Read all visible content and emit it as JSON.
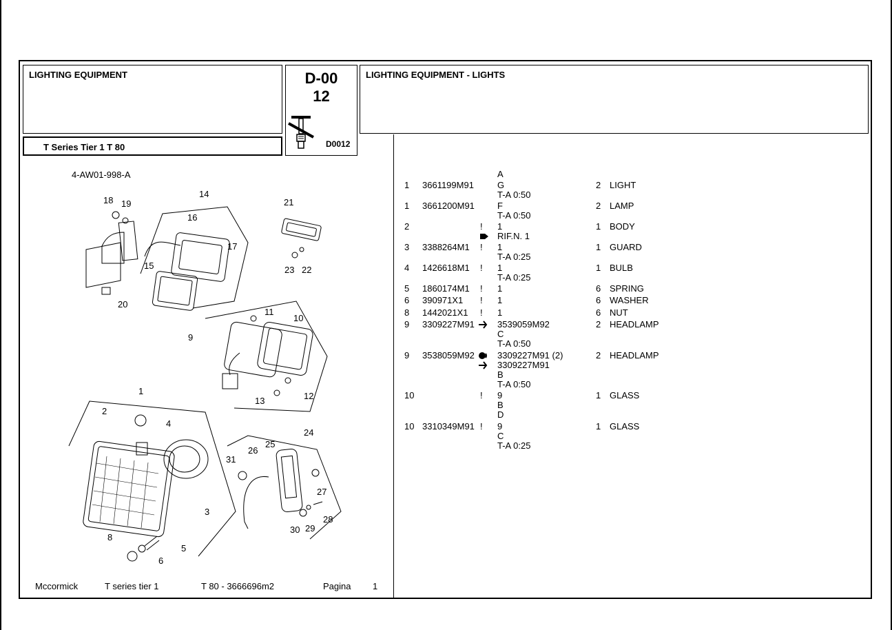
{
  "header": {
    "left_title": "LIGHTING EQUIPMENT",
    "group_code": "D-00",
    "group_number": "12",
    "table_code": "D0012",
    "right_title": "LIGHTING EQUIPMENT - LIGHTS",
    "model_line": "T Series Tier 1   T 80"
  },
  "diagram": {
    "reference": "4-AW01-998-A",
    "callouts": [
      "1",
      "2",
      "3",
      "4",
      "5",
      "6",
      "8",
      "9",
      "11",
      "10",
      "12",
      "13",
      "14",
      "15",
      "16",
      "17",
      "18",
      "19",
      "20",
      "21",
      "22",
      "23",
      "24",
      "25",
      "26",
      "27",
      "28",
      "29",
      "30",
      "31"
    ]
  },
  "parts": {
    "top_note": "A",
    "rows": [
      {
        "no": "1",
        "part": "3661199M91",
        "mark": "",
        "notes": [
          "G",
          "T-A 0:50"
        ],
        "qty": "2",
        "desc": "LIGHT"
      },
      {
        "no": "1",
        "part": "3661200M91",
        "mark": "",
        "notes": [
          "F",
          "T-A 0:50"
        ],
        "qty": "2",
        "desc": "LAMP"
      },
      {
        "no": "2",
        "part": "",
        "mark": "!",
        "notes": [
          "1",
          "RIF.N. 1"
        ],
        "qty": "1",
        "desc": "BODY"
      },
      {
        "no": "3",
        "part": "3388264M1",
        "mark": "!",
        "notes": [
          "1",
          "T-A 0:25"
        ],
        "qty": "1",
        "desc": "GUARD"
      },
      {
        "no": "4",
        "part": "1426618M1",
        "mark": "!",
        "notes": [
          "1",
          "T-A 0:25"
        ],
        "qty": "1",
        "desc": "BULB"
      },
      {
        "no": "5",
        "part": "1860174M1",
        "mark": "!",
        "notes": [
          "1"
        ],
        "qty": "6",
        "desc": "SPRING"
      },
      {
        "no": "6",
        "part": "390971X1",
        "mark": "!",
        "notes": [
          "1"
        ],
        "qty": "6",
        "desc": "WASHER"
      },
      {
        "no": "8",
        "part": "1442021X1",
        "mark": "!",
        "notes": [
          "1"
        ],
        "qty": "6",
        "desc": "NUT"
      },
      {
        "no": "9",
        "part": "3309227M91",
        "mark": "",
        "notes": [
          "3539059M92",
          "C",
          "T-A 0:50"
        ],
        "qty": "2",
        "desc": "HEADLAMP"
      },
      {
        "no": "9",
        "part": "3538059M92",
        "mark": "",
        "notes": [
          "3309227M91  (2)",
          "3309227M91",
          "B",
          "T-A 0:50"
        ],
        "qty": "2",
        "desc": "HEADLAMP"
      },
      {
        "no": "10",
        "part": "",
        "mark": "!",
        "notes": [
          "9",
          "B",
          "D"
        ],
        "qty": "1",
        "desc": "GLASS"
      },
      {
        "no": "10",
        "part": "3310349M91",
        "mark": "!",
        "notes": [
          "9",
          "C",
          "T-A 0:25"
        ],
        "qty": "1",
        "desc": "GLASS"
      }
    ]
  },
  "footer": {
    "brand": "Mccormick",
    "series": "T series tier 1",
    "model_code": "T 80  - 3666696m2",
    "page_label": "Pagina",
    "page_number": "1"
  }
}
